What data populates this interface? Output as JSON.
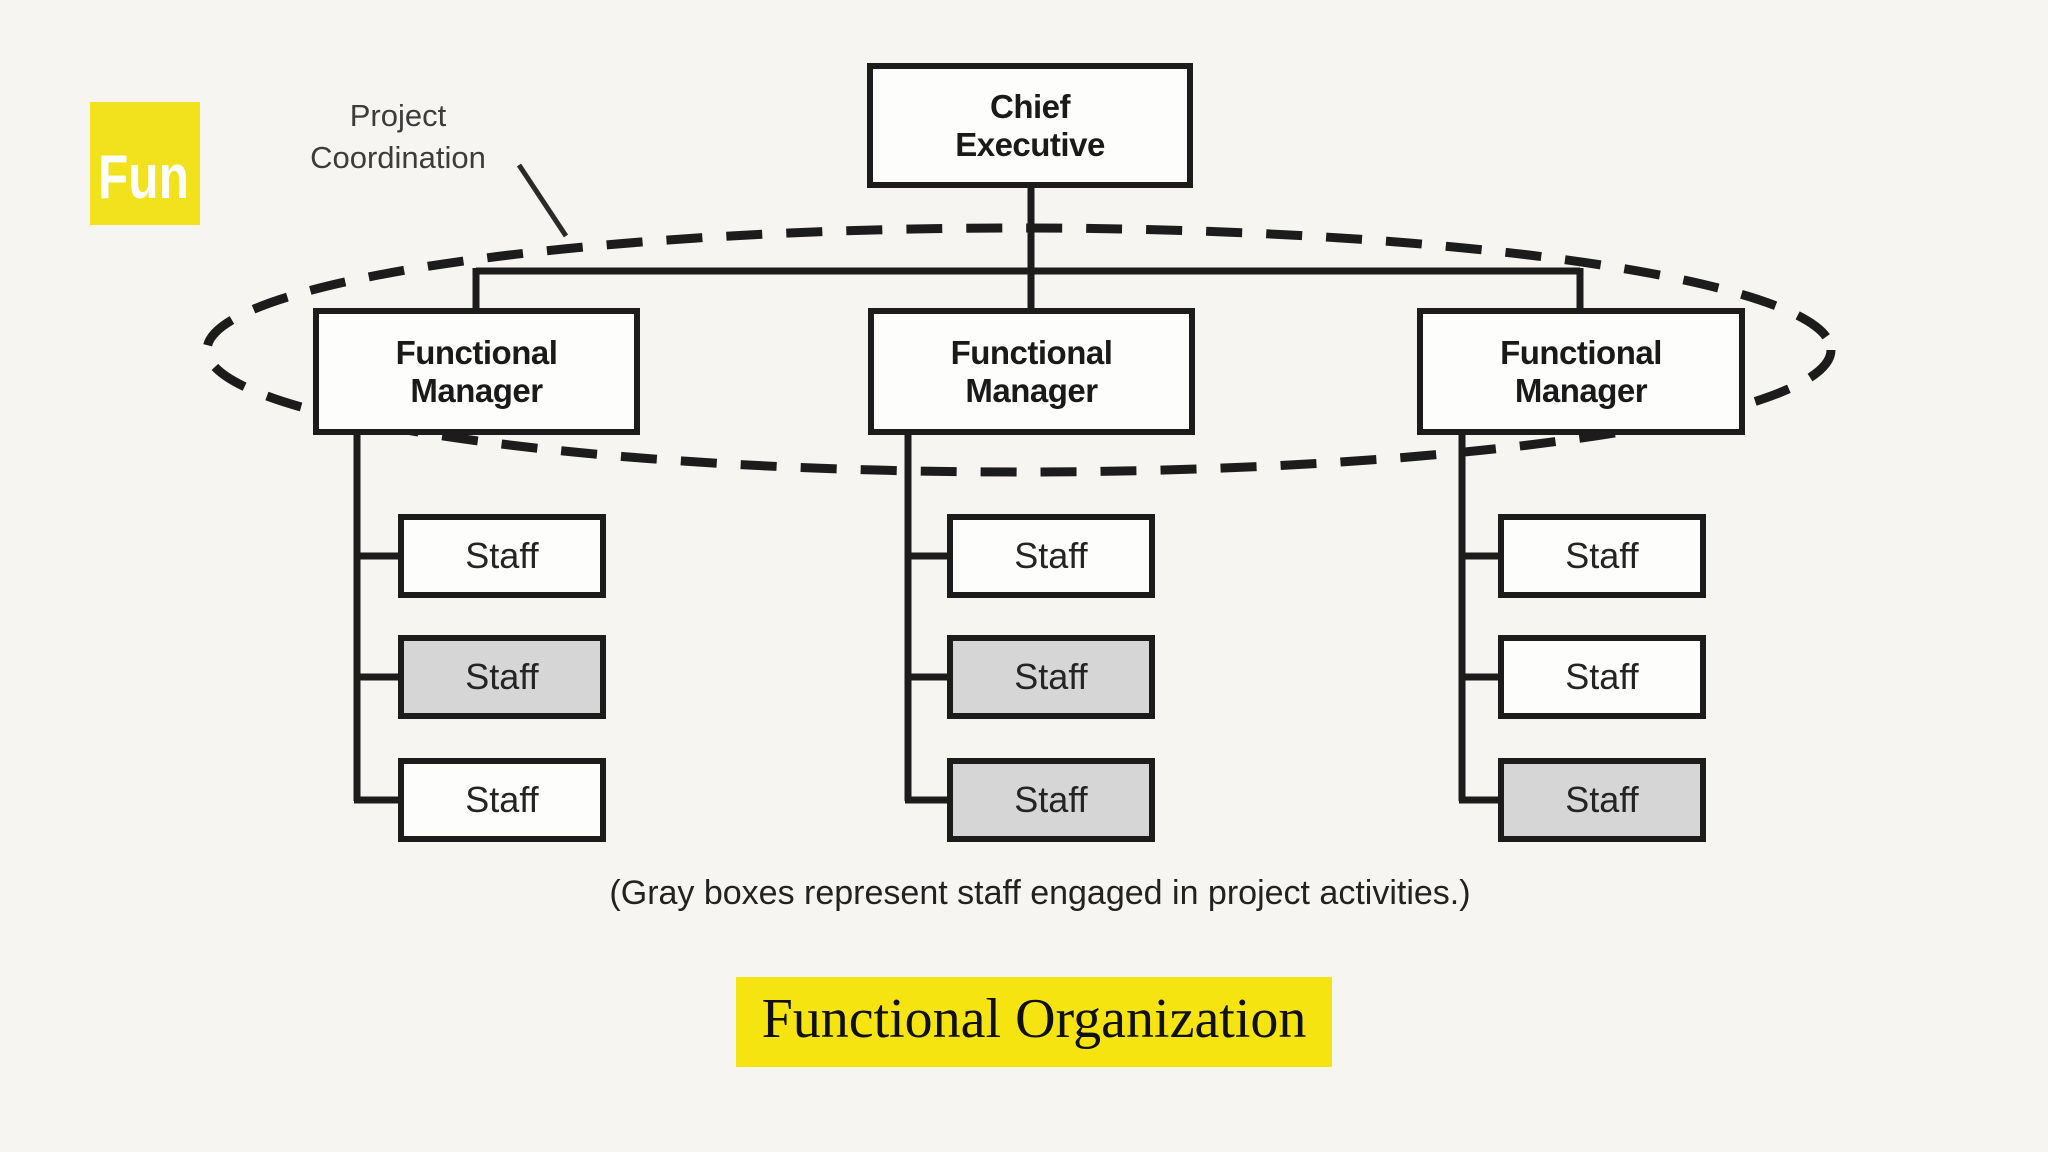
{
  "badge": {
    "label": "Fun"
  },
  "annotation": {
    "line1": "Project",
    "line2": "Coordination"
  },
  "org": {
    "root": {
      "line1": "Chief",
      "line2": "Executive"
    },
    "columns": [
      {
        "manager": {
          "line1": "Functional",
          "line2": "Manager"
        },
        "staff": [
          {
            "label": "Staff",
            "engaged": false
          },
          {
            "label": "Staff",
            "engaged": true
          },
          {
            "label": "Staff",
            "engaged": false
          }
        ]
      },
      {
        "manager": {
          "line1": "Functional",
          "line2": "Manager"
        },
        "staff": [
          {
            "label": "Staff",
            "engaged": false
          },
          {
            "label": "Staff",
            "engaged": true
          },
          {
            "label": "Staff",
            "engaged": true
          }
        ]
      },
      {
        "manager": {
          "line1": "Functional",
          "line2": "Manager"
        },
        "staff": [
          {
            "label": "Staff",
            "engaged": false
          },
          {
            "label": "Staff",
            "engaged": false
          },
          {
            "label": "Staff",
            "engaged": true
          }
        ]
      }
    ]
  },
  "caption": "(Gray boxes represent staff engaged in project activities.)",
  "title": "Functional Organization",
  "colors": {
    "badge_yellow": "#f2e21d",
    "highlight_yellow": "#f6e411",
    "engaged_gray": "#d6d6d6",
    "line_black": "#1c1c1c"
  }
}
